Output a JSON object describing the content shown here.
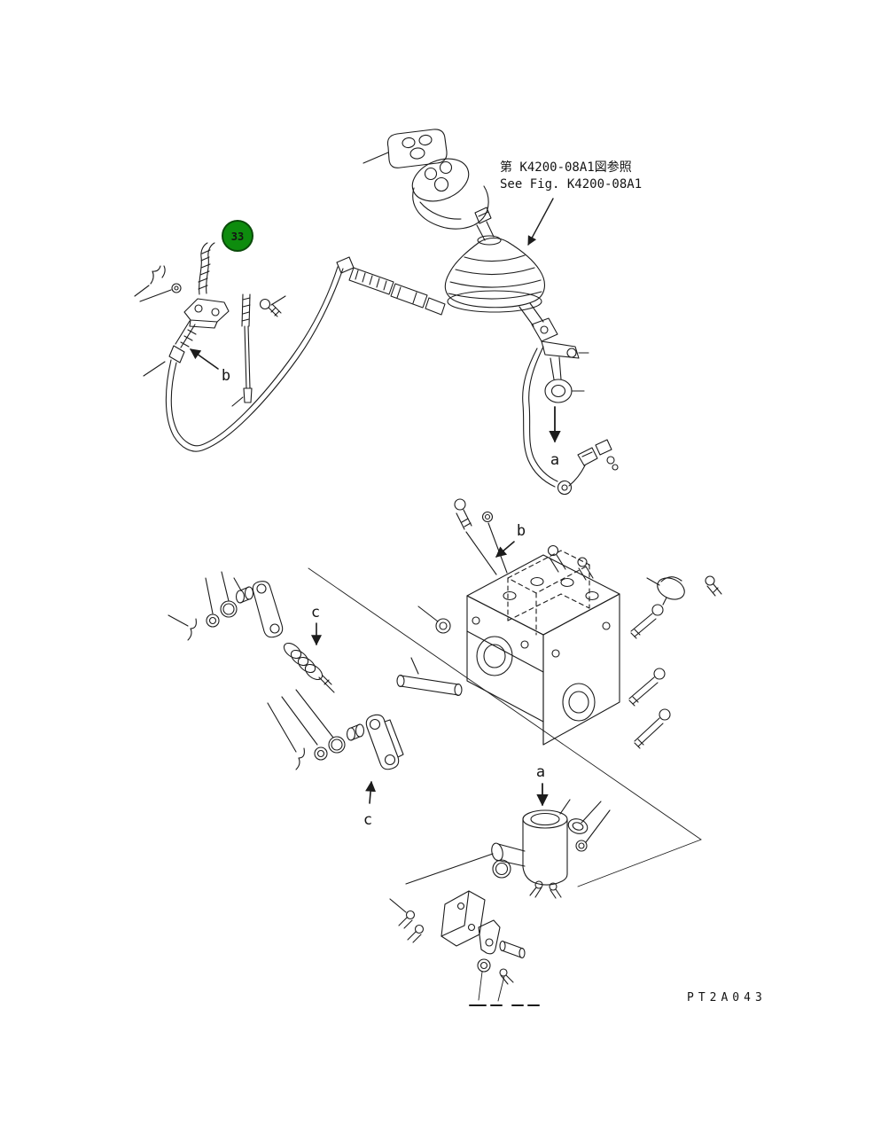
{
  "figure_reference": {
    "line1": "第 K4200-08A1図参照",
    "line2": "See Fig. K4200-08A1"
  },
  "callout": {
    "number": "33",
    "fill": "#0e8c0e",
    "border": "#0a4a0a",
    "text_color": "#00300a"
  },
  "view_labels": {
    "a_upper": "a",
    "a_lower": "a",
    "b_left": "b",
    "b_valve": "b",
    "c_upper": "c",
    "c_lower": "c"
  },
  "drawing_code": "PT2A043",
  "colors": {
    "line": "#1c1c1c",
    "background": "#ffffff"
  }
}
